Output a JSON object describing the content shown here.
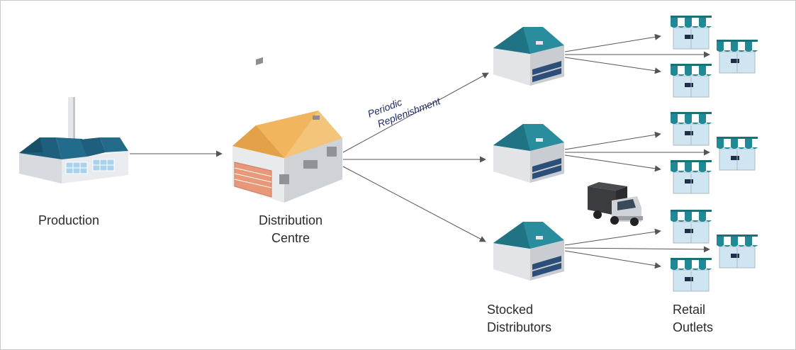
{
  "labels": {
    "production": "Production",
    "distribution_line1": "Distribution",
    "distribution_line2": "Centre",
    "replenish_line1": "Periodic",
    "replenish_line2": "Replenishment",
    "distributors_line1": "Stocked",
    "distributors_line2": "Distributors",
    "retail_line1": "Retail",
    "retail_line2": "Outlets"
  },
  "colors": {
    "factory_roof": "#1f5f7e",
    "centre_roof": "#f0b55e",
    "centre_door": "#e89878",
    "warehouse_roof": "#2a8d9e",
    "awning_teal": "#1f8a96",
    "arrow": "#555555",
    "label_text": "#2b2b2b",
    "replenish_text": "#1f2a6b"
  },
  "icons": {
    "factory": "factory-icon",
    "distribution_centre": "warehouse-icon",
    "distributor": "warehouse-icon",
    "retail": "storefront-icon",
    "truck": "truck-icon"
  }
}
